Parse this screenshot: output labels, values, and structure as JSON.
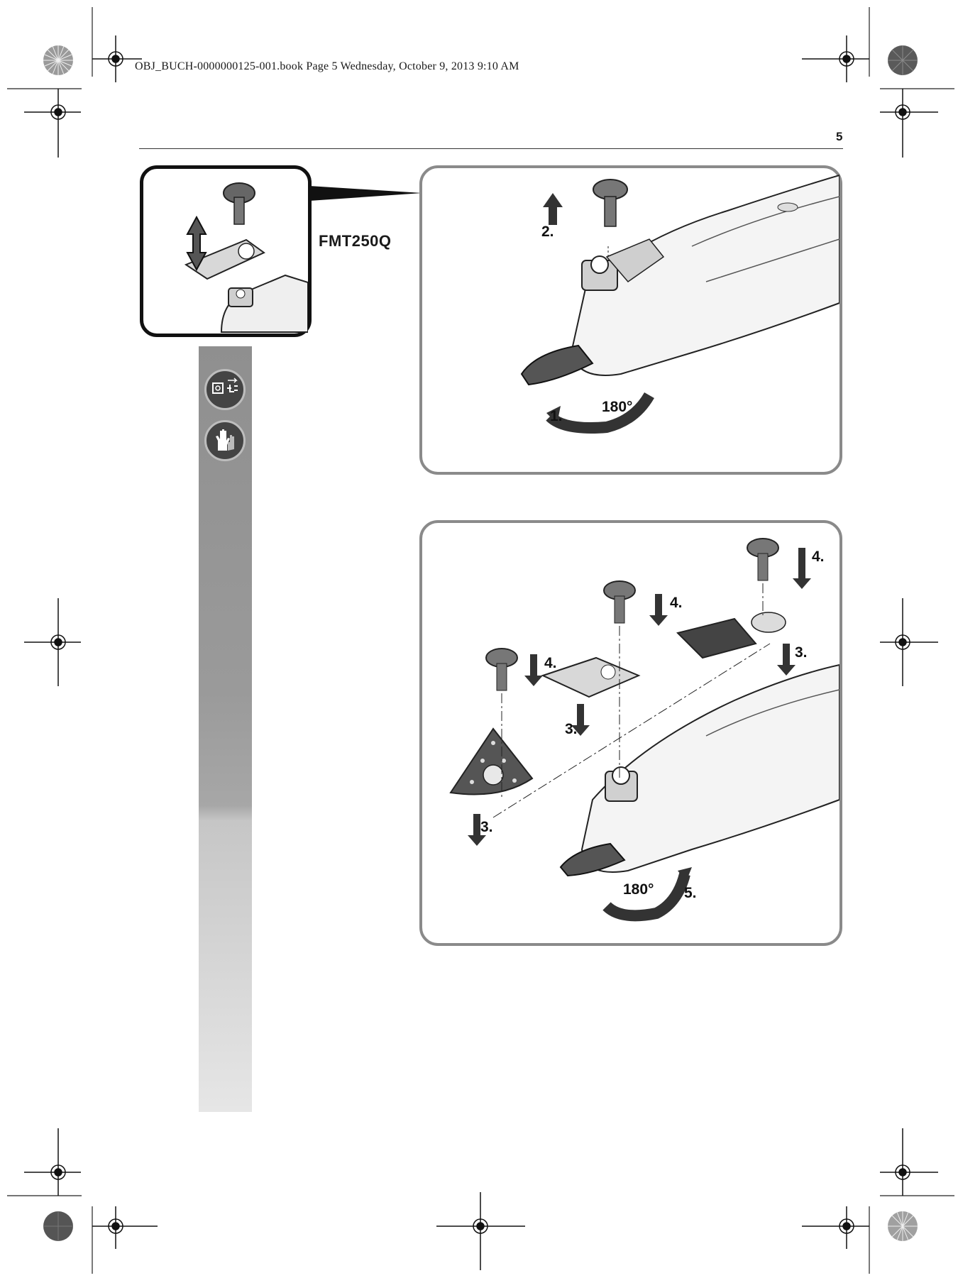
{
  "header": {
    "print_line": "OBJ_BUCH-0000000125-001.book  Page 5  Wednesday, October 9, 2013  9:10 AM"
  },
  "page": {
    "number": "5"
  },
  "figure_top": {
    "model": "FMT250Q",
    "steps": [
      "1.",
      "2."
    ],
    "rotation": "180°"
  },
  "figure_bottom": {
    "steps": [
      "3.",
      "3.",
      "3.",
      "4.",
      "4.",
      "4.",
      "5."
    ],
    "rotation": "180°"
  },
  "icons": {
    "first": "unplug-icon",
    "second": "gloves-icon"
  }
}
